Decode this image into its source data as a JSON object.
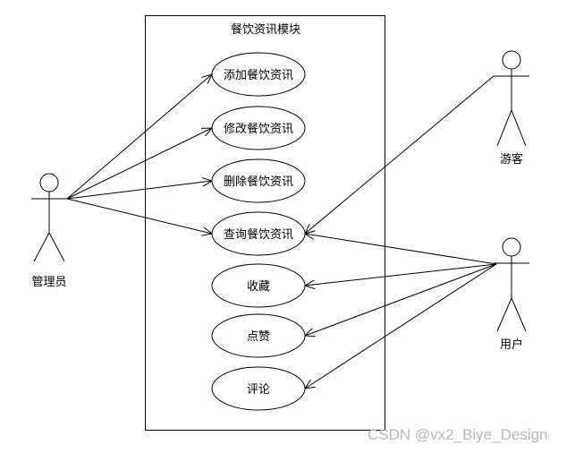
{
  "system": {
    "title": "餐饮资讯模块"
  },
  "use_cases": [
    {
      "id": "add",
      "label": "添加餐饮资讯"
    },
    {
      "id": "edit",
      "label": "修改餐饮资讯"
    },
    {
      "id": "delete",
      "label": "删除餐饮资讯"
    },
    {
      "id": "query",
      "label": "查询餐饮资讯"
    },
    {
      "id": "favorite",
      "label": "收藏"
    },
    {
      "id": "like",
      "label": "点赞"
    },
    {
      "id": "comment",
      "label": "评论"
    }
  ],
  "actors": [
    {
      "id": "admin",
      "label": "管理员"
    },
    {
      "id": "visitor",
      "label": "游客"
    },
    {
      "id": "user",
      "label": "用户"
    }
  ],
  "associations": [
    {
      "from": "admin",
      "to": "add"
    },
    {
      "from": "admin",
      "to": "edit"
    },
    {
      "from": "admin",
      "to": "delete"
    },
    {
      "from": "admin",
      "to": "query"
    },
    {
      "from": "visitor",
      "to": "query"
    },
    {
      "from": "user",
      "to": "query"
    },
    {
      "from": "user",
      "to": "favorite"
    },
    {
      "from": "user",
      "to": "like"
    },
    {
      "from": "user",
      "to": "comment"
    }
  ],
  "watermark": "CSDN @vx2_Biye_Design"
}
